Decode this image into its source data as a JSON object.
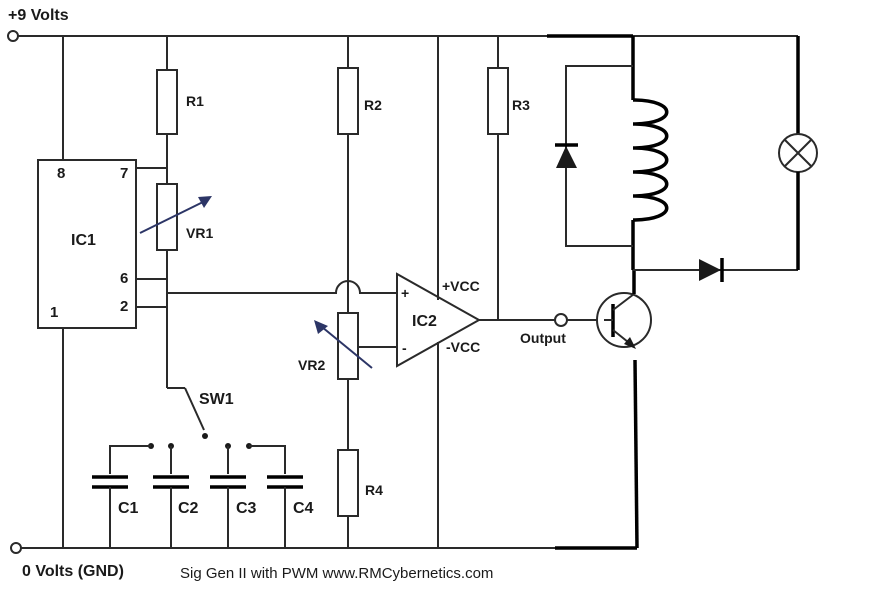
{
  "rails": {
    "positive": "+9 Volts",
    "ground": "0 Volts (GND)"
  },
  "ic1": {
    "label": "IC1",
    "pins": [
      "8",
      "7",
      "6",
      "2",
      "1"
    ]
  },
  "ic2": {
    "label": "IC2",
    "plus": "+",
    "minus": "-",
    "vcc_pos": "+VCC",
    "vcc_neg": "-VCC"
  },
  "resistors": [
    "R1",
    "R2",
    "R3",
    "R4"
  ],
  "pots": [
    "VR1",
    "VR2"
  ],
  "switch": "SW1",
  "capacitors": [
    "C1",
    "C2",
    "C3",
    "C4"
  ],
  "output": "Output",
  "credit": "Sig Gen II with PWM www.RMCybernetics.com",
  "colors": {
    "wire": "#2a2a2a",
    "pot_arrow": "#2c3566"
  }
}
